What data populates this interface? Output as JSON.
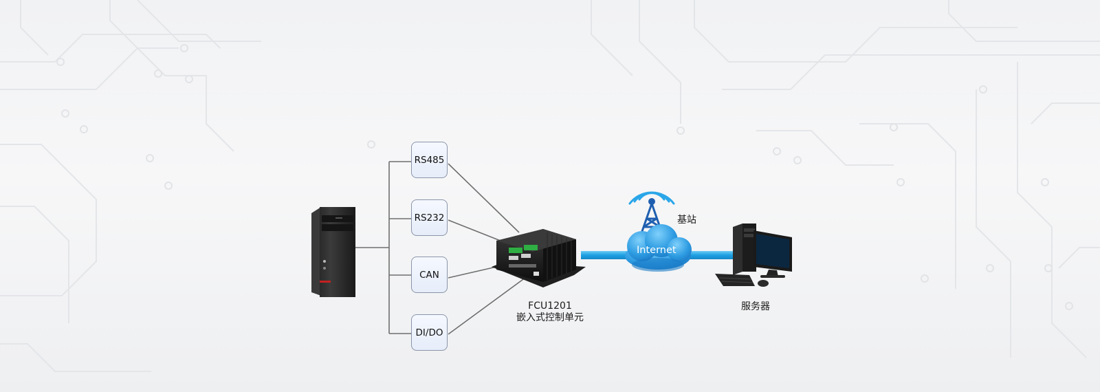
{
  "interfaces": [
    {
      "label": "RS485"
    },
    {
      "label": "RS232"
    },
    {
      "label": "CAN"
    },
    {
      "label": "DI/DO"
    }
  ],
  "controller": {
    "model": "FCU1201",
    "name": "嵌入式控制单元"
  },
  "base_station": {
    "label": "基站"
  },
  "cloud": {
    "label": "Internet"
  },
  "server": {
    "label": "服务器"
  },
  "colors": {
    "link": "#27a2e3",
    "wire": "#6e6e6e",
    "cloud": "#2f9ae0",
    "tower": "#1f5fb0"
  }
}
